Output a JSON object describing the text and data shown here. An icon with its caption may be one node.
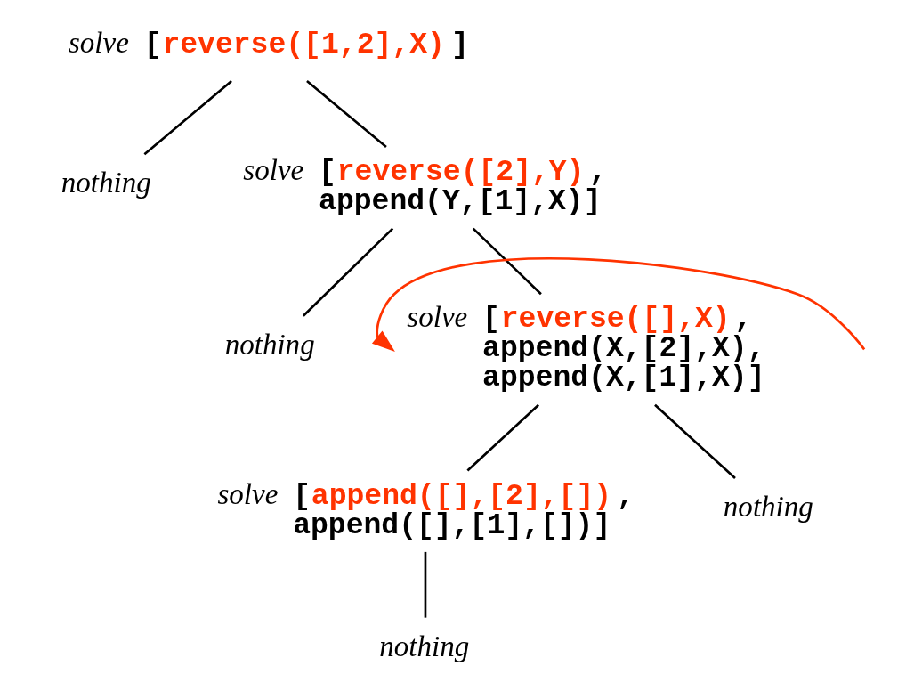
{
  "diagram": {
    "nodes": [
      {
        "text": [
          "solve",
          "[reverse([1,2],X)]"
        ]
      },
      {
        "text": [
          "nothing"
        ]
      },
      {
        "text": [
          "solve",
          "[reverse([2],Y), append(Y,[1],X)]"
        ]
      },
      {
        "text": [
          "nothing"
        ]
      },
      {
        "text": [
          "solve",
          "[reverse([],X), append(X,[2],X), append(X,[1],X)]"
        ]
      },
      {
        "text": [
          "solve",
          "[append([],[2],[]), append([],[1],[])]"
        ]
      },
      {
        "text": [
          "nothing"
        ]
      },
      {
        "text": [
          "nothing"
        ]
      }
    ],
    "edges": [
      {
        "from": 0,
        "to": 1,
        "arrow": "none"
      },
      {
        "from": 0,
        "to": 2,
        "arrow": "none"
      },
      {
        "from": 2,
        "to": 3,
        "arrow": "none"
      },
      {
        "from": 2,
        "to": 4,
        "arrow": "none"
      },
      {
        "from": 4,
        "to": 5,
        "arrow": "none"
      },
      {
        "from": 4,
        "to": 6,
        "arrow": "none"
      },
      {
        "from": 5,
        "to": 7,
        "arrow": "none"
      },
      {
        "from": null,
        "to": 4,
        "arrow": "to",
        "color": "#ff3300"
      }
    ]
  }
}
